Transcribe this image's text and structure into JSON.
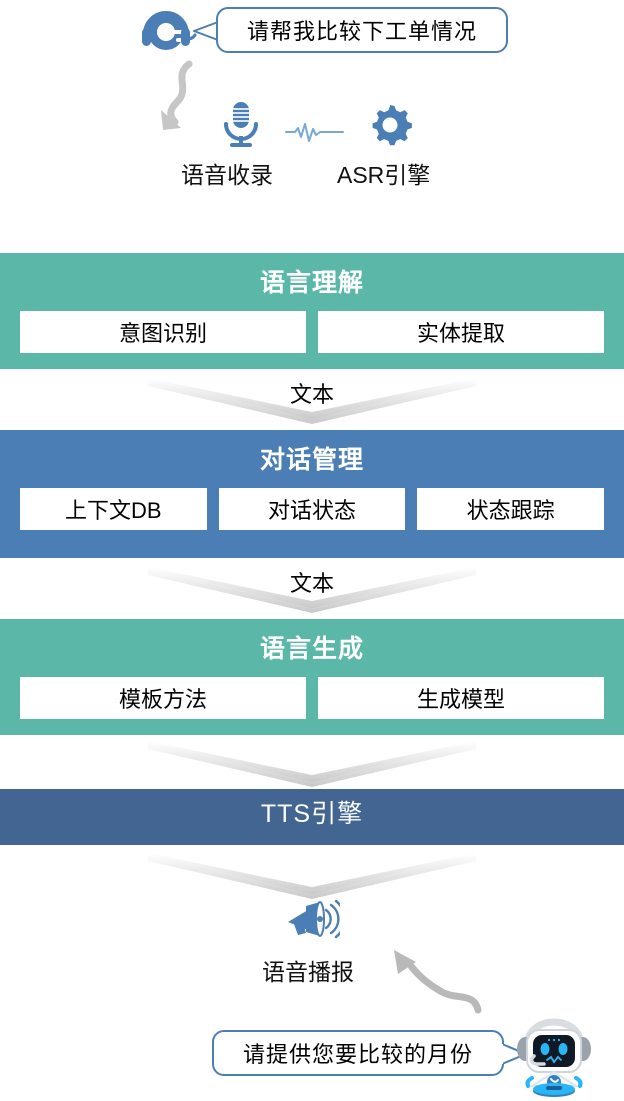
{
  "conversation": {
    "user_bubble": "请帮我比较下工单情况",
    "bot_bubble": "请提供您要比较的月份",
    "user_icon": "headset-operator-icon",
    "bot_icon": "robot-assistant-icon"
  },
  "capture": {
    "items": [
      {
        "label": "语音收录",
        "icon": "microphone-icon"
      },
      {
        "label": "ASR引擎",
        "icon": "gear-icon"
      }
    ],
    "waveform_icon": "audio-waveform-icon",
    "flow_arrow_icon": "curved-arrow-down-icon"
  },
  "pipeline": {
    "stages": [
      {
        "title": "语言理解",
        "color": "#5bb8a8",
        "boxes": [
          "意图识别",
          "实体提取"
        ]
      },
      {
        "title": "对话管理",
        "color": "#4a7eb5",
        "boxes": [
          "上下文DB",
          "对话状态",
          "状态跟踪"
        ]
      },
      {
        "title": "语言生成",
        "color": "#5bb8a8",
        "boxes": [
          "模板方法",
          "生成模型"
        ]
      },
      {
        "title": "TTS引擎",
        "color": "#426592",
        "boxes": []
      }
    ],
    "connectors": [
      {
        "label": "文本"
      },
      {
        "label": "文本"
      },
      {
        "label": ""
      },
      {
        "label": ""
      }
    ]
  },
  "output": {
    "label": "语音播报",
    "icon": "megaphone-icon",
    "return_arrow_icon": "curved-arrow-up-left-icon"
  },
  "colors": {
    "teal": "#5bb8a8",
    "blue": "#4a7eb5",
    "navy": "#426592",
    "bubble_border": "#4a7eb5",
    "arrow_grey": "#bdbdbd",
    "chevron_grey": "#d8d8d8"
  }
}
